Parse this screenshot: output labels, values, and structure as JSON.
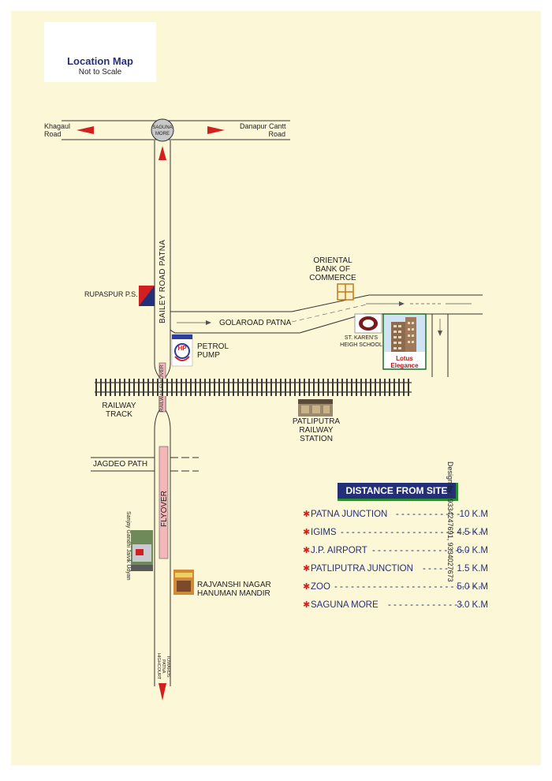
{
  "title": {
    "main": "Location Map",
    "sub": "Not to Scale"
  },
  "labels": {
    "khagaul": "Khagaul",
    "khagaul2": "Road",
    "danapur": "Danapur Cantt",
    "danapur2": "Road",
    "saguna": "SAGUNA",
    "saguna2": "MORE",
    "bailey": "BAILEY ROAD PATNA",
    "rupaspur": "RUPASPUR P.S.",
    "oriental1": "ORIENTAL",
    "oriental2": "BANK OF",
    "oriental3": "COMMERCE",
    "golaroad": "GOLAROAD PATNA",
    "karen1": "ST. KAREN'S",
    "karen2": "HEIGH SCHOOL",
    "lotus1": "Lotus",
    "lotus2": "Elegance",
    "hp": "HP",
    "petrol1": "PETROL",
    "petrol2": "PUMP",
    "railway_flyover": "RAILWAY FLYOVER",
    "track1": "RAILWAY",
    "track2": "TRACK",
    "station1": "PATLIPUTRA",
    "station2": "RAILWAY",
    "station3": "STATION",
    "jagdeo": "JAGDEO PATH",
    "flyover": "FLYOVER",
    "sanjay": "Sanjay Gandhi Jaivik Udyan",
    "hanuman1": "RAJVANSHI NAGAR",
    "hanuman2": "HANUMAN MANDIR",
    "towards1": "TOWARDS",
    "towards2": "PATNA",
    "towards3": "HIGHCOURT"
  },
  "distance": {
    "heading": "DISTANCE FROM SITE",
    "rows": [
      {
        "place": "PATNA JUNCTION",
        "value": "10 K.M"
      },
      {
        "place": "IGIMS",
        "value": "4.5 K.M"
      },
      {
        "place": "J.P. AIRPORT",
        "value": "6.0 K.M"
      },
      {
        "place": "PATLIPUTRA JUNCTION",
        "value": "1.5 K.M"
      },
      {
        "place": "ZOO",
        "value": "5.0 K.M"
      },
      {
        "place": "SAGUNA MORE",
        "value": "3.0 K.M"
      }
    ]
  },
  "credit": "Design by : 9334247691, 9334027673",
  "colors": {
    "background": "#fcf7d6",
    "arrow": "#d21f1f",
    "heading_bg": "#242f7a",
    "heading_border": "#2d8a2f",
    "flyover": "#f4b6b6",
    "text_blue": "#27307a"
  },
  "icons": [
    "arrow-left-icon",
    "arrow-right-icon",
    "arrow-up-icon",
    "arrow-down-icon",
    "star-bullet-icon",
    "hp-logo-icon",
    "police-station-icon",
    "bank-icon"
  ]
}
